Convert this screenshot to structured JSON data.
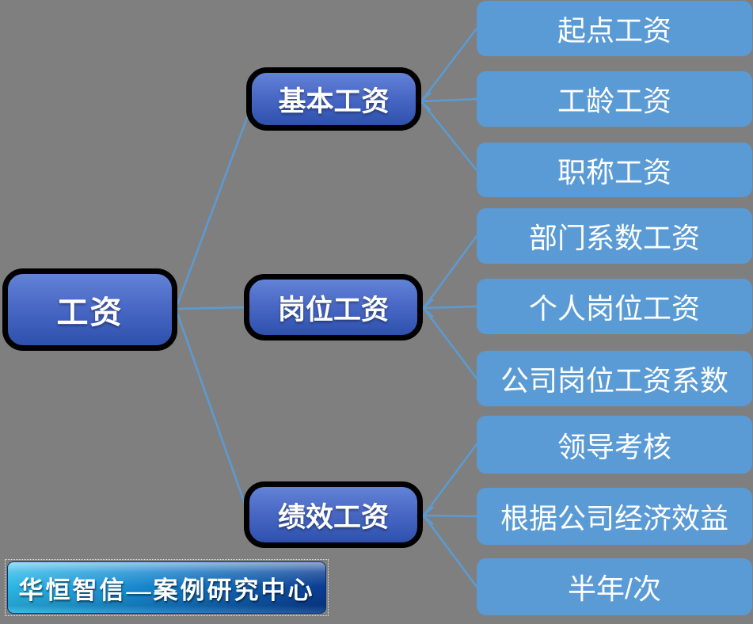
{
  "diagram": {
    "type": "tree",
    "orientation": "left-to-right",
    "root": {
      "label": "工资"
    },
    "branches": [
      {
        "label": "基本工资",
        "children": [
          "起点工资",
          "工龄工资",
          "职称工资"
        ]
      },
      {
        "label": "岗位工资",
        "children": [
          "部门系数工资",
          "个人岗位工资",
          "公司岗位工资系数"
        ]
      },
      {
        "label": "绩效工资",
        "children": [
          "领导考核",
          "根据公司经济效益",
          "半年/次"
        ]
      }
    ]
  },
  "watermark": {
    "text": "华恒智信—案例研究中心"
  },
  "colors": {
    "background": "#7f7f7f",
    "connector_line": "#5b9bd5",
    "leaf_fill": "#5b9bd5",
    "node_gradient_top": "#6283d6",
    "node_gradient_bottom": "#2e51ad",
    "node_border": "#000000",
    "text": "#ffffff",
    "banner_left": "#2cb9e8",
    "banner_right": "#0a3a90"
  }
}
